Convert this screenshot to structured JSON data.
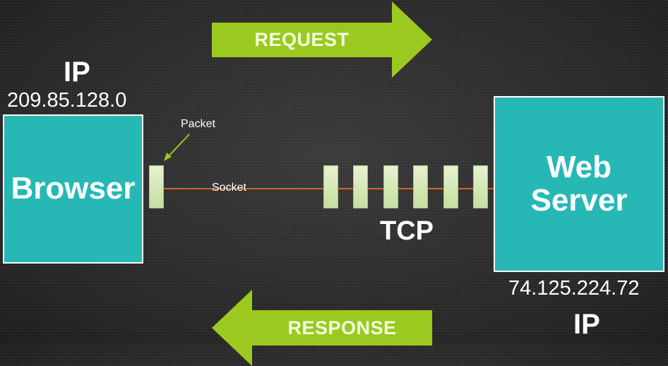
{
  "colors": {
    "arrow": "#9bc920",
    "server_box": "#27b8b6",
    "packet": "#d7e9b8",
    "wire": "#d2611e"
  },
  "request_arrow": {
    "label": "REQUEST",
    "direction": "right"
  },
  "response_arrow": {
    "label": "RESPONSE",
    "direction": "left"
  },
  "browser": {
    "ip_label": "IP",
    "ip_address": "209.85.128.0",
    "label": "Browser"
  },
  "web_server": {
    "label": "Web\nServer",
    "ip_address": "74.125.224.72",
    "ip_label": "IP"
  },
  "connection": {
    "packet_label": "Packet",
    "socket_label": "Socket",
    "tcp_label": "TCP"
  }
}
